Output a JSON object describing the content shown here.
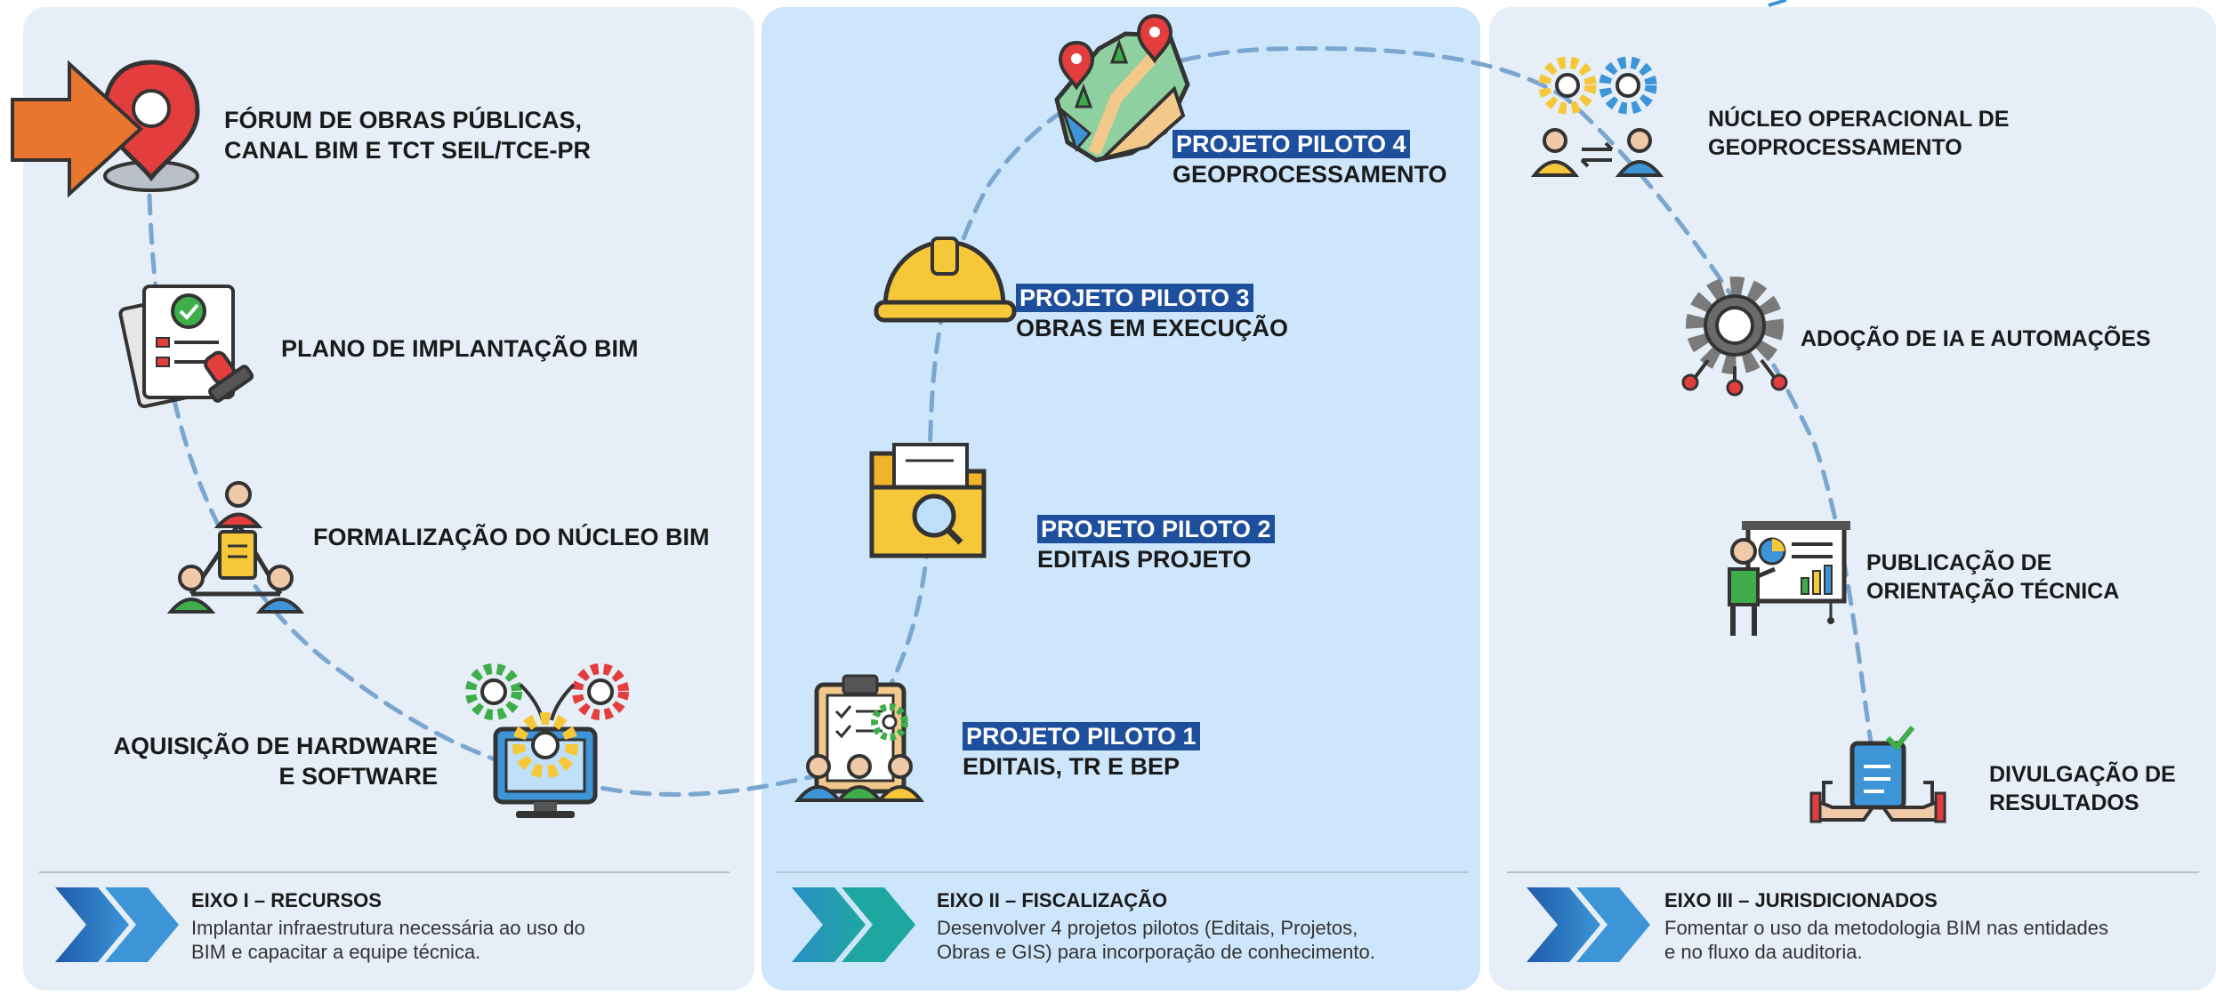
{
  "column1": {
    "steps": [
      {
        "label": "FÓRUM DE OBRAS PÚBLICAS,\nCANAL BIM E TCT SEIL/TCE-PR",
        "icon": "map-pin-icon"
      },
      {
        "label": "PLANO DE IMPLANTAÇÃO BIM",
        "icon": "document-stamp-icon"
      },
      {
        "label": "FORMALIZAÇÃO DO NÚCLEO BIM",
        "icon": "team-document-icon"
      },
      {
        "label": "AQUISIÇÃO DE HARDWARE\nE SOFTWARE",
        "icon": "computer-gears-icon"
      }
    ],
    "footer": {
      "title": "EIXO I – RECURSOS",
      "desc": "Implantar infraestrutura necessária ao uso do\nBIM e capacitar a equipe técnica."
    }
  },
  "column2": {
    "steps": [
      {
        "tag": "PROJETO PILOTO 4",
        "label": "GEOPROCESSAMENTO",
        "icon": "map-icon"
      },
      {
        "tag": "PROJETO PILOTO 3",
        "label": "OBRAS EM EXECUÇÃO",
        "icon": "hard-hat-icon"
      },
      {
        "tag": "PROJETO PILOTO 2",
        "label": "EDITAIS PROJETO",
        "icon": "folder-search-icon"
      },
      {
        "tag": "PROJETO PILOTO 1",
        "label": "EDITAIS, TR E BEP",
        "icon": "clipboard-team-icon"
      }
    ],
    "footer": {
      "title": "EIXO II – FISCALIZAÇÃO",
      "desc": "Desenvolver 4 projetos pilotos (Editais, Projetos,\nObras e GIS) para incorporação de conhecimento."
    }
  },
  "column3": {
    "steps": [
      {
        "label": "NÚCLEO OPERACIONAL DE\nGEOPROCESSAMENTO",
        "icon": "gears-exchange-icon"
      },
      {
        "label": "ADOÇÃO DE IA E AUTOMAÇÕES",
        "icon": "ai-gear-icon"
      },
      {
        "label": "PUBLICAÇÃO DE\nORIENTAÇÃO TÉCNICA",
        "icon": "presentation-icon"
      },
      {
        "label": "DIVULGAÇÃO DE\nRESULTADOS",
        "icon": "hands-document-icon"
      }
    ],
    "footer": {
      "title": "EIXO III – JURISDICIONADOS",
      "desc": "Fomentar o uso da metodologia BIM nas entidades\ne no fluxo da auditoria."
    }
  },
  "colors": {
    "panel_side": "#e6eef8",
    "panel_center": "#cde6fb",
    "highlight": "#1e4f9c",
    "path": "#7aa6cf",
    "arrow": "#e8762f"
  }
}
